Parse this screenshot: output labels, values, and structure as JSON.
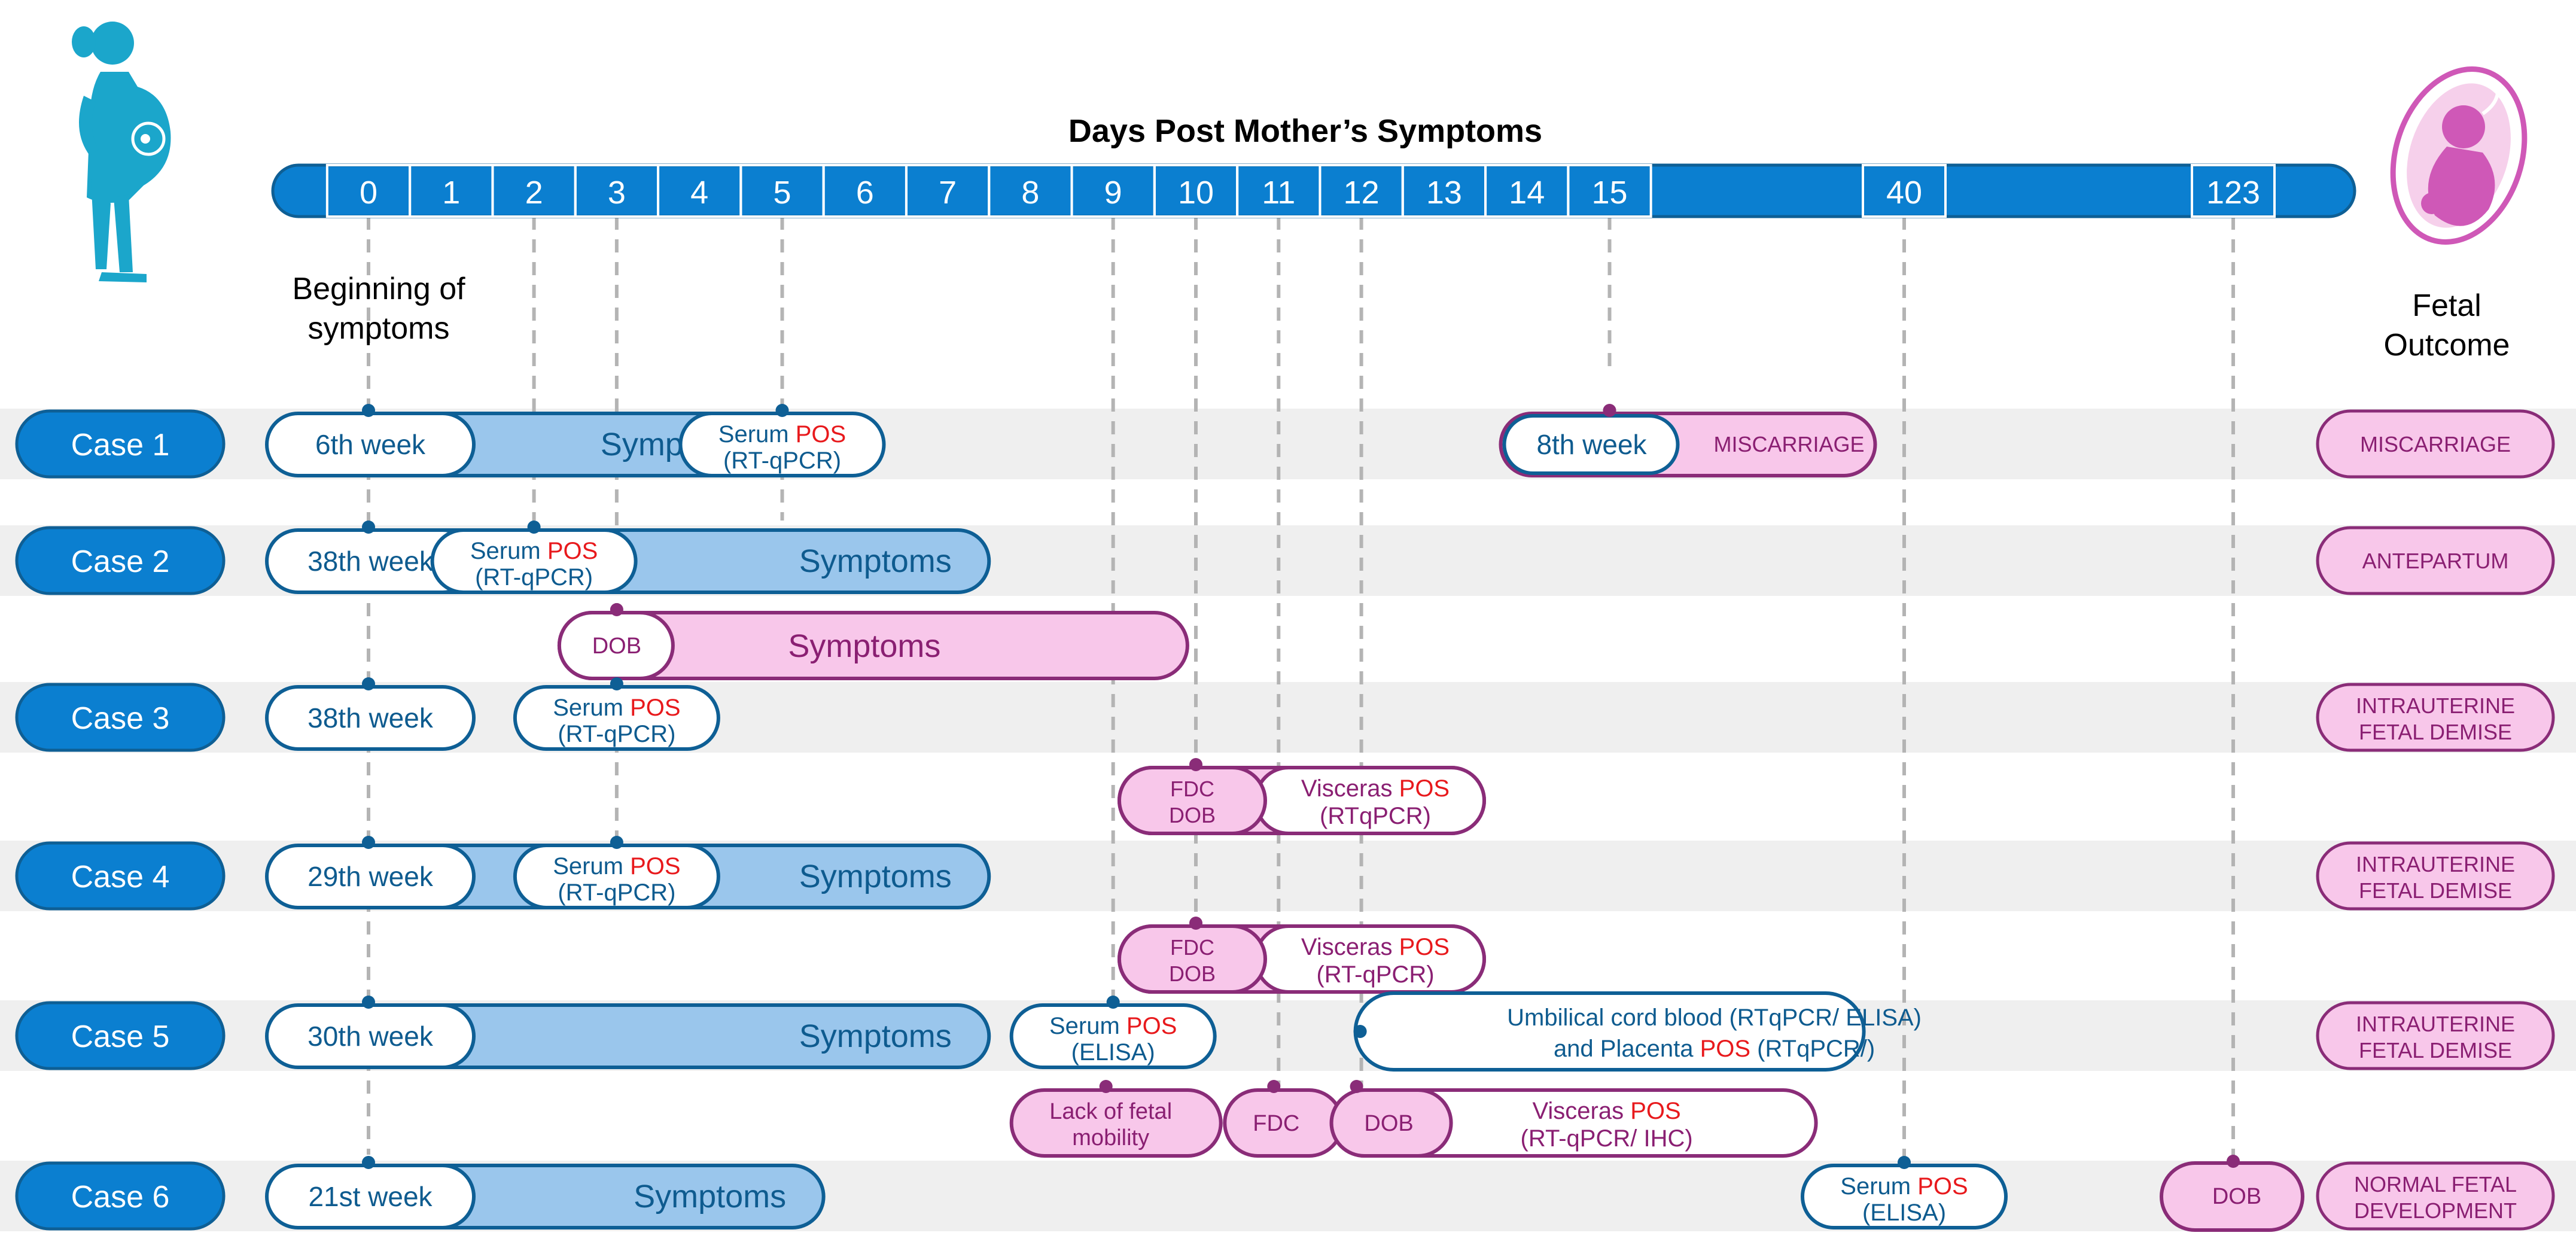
{
  "axis_title": "Days Post Mother’s Symptoms",
  "ticks": [
    {
      "label": "0",
      "day": 0
    },
    {
      "label": "1",
      "day": 1
    },
    {
      "label": "2",
      "day": 2
    },
    {
      "label": "3",
      "day": 3
    },
    {
      "label": "4",
      "day": 4
    },
    {
      "label": "5",
      "day": 5
    },
    {
      "label": "6",
      "day": 6
    },
    {
      "label": "7",
      "day": 7
    },
    {
      "label": "8",
      "day": 8
    },
    {
      "label": "9",
      "day": 9
    },
    {
      "label": "10",
      "day": 10
    },
    {
      "label": "11",
      "day": 11
    },
    {
      "label": "12",
      "day": 12
    },
    {
      "label": "13",
      "day": 13
    },
    {
      "label": "14",
      "day": 14
    },
    {
      "label": "15",
      "day": 15
    },
    {
      "label": "40",
      "day": 40
    },
    {
      "label": "123",
      "day": 123
    }
  ],
  "beginning_label": [
    "Beginning of",
    "symptoms"
  ],
  "outcome_header": [
    "Fetal",
    "Outcome"
  ],
  "cases": [
    {
      "label": "Case 1",
      "outcome": [
        "MISCARRIAGE"
      ],
      "rows": [
        {
          "items": [
            {
              "type": "band",
              "from": 0,
              "to": 5.1,
              "label": "Symptoms"
            },
            {
              "type": "week",
              "day": 0,
              "label": "6th week"
            },
            {
              "type": "test",
              "day": 5,
              "lines": [
                [
                  "Serum ",
                  "POS"
                ],
                [
                  "(RT-qPCR)",
                  ""
                ]
              ]
            },
            {
              "type": "event",
              "day": 15,
              "label": "8th week",
              "extra": "MISCARRIAGE"
            }
          ]
        }
      ]
    },
    {
      "label": "Case 2",
      "outcome": [
        "ANTEPARTUM"
      ],
      "rows": [
        {
          "items": [
            {
              "type": "band",
              "from": 0,
              "to": 7.5,
              "label": "Symptoms"
            },
            {
              "type": "week",
              "day": 0,
              "label": "38th week"
            },
            {
              "type": "test",
              "day": 2,
              "lines": [
                [
                  "Serum ",
                  "POS"
                ],
                [
                  "(RT-qPCR)",
                  ""
                ]
              ]
            }
          ]
        },
        {
          "items": [
            {
              "type": "baby",
              "day": 3,
              "label": "DOB",
              "extra": "Symptoms"
            }
          ]
        }
      ]
    },
    {
      "label": "Case 3",
      "outcome": [
        "INTRAUTERINE",
        "FETAL DEMISE"
      ],
      "rows": [
        {
          "items": [
            {
              "type": "week",
              "day": 0,
              "label": "38th week"
            },
            {
              "type": "test",
              "day": 3,
              "lines": [
                [
                  "Serum ",
                  "POS"
                ],
                [
                  "(RT-qPCR)",
                  ""
                ]
              ]
            }
          ]
        },
        {
          "items": [
            {
              "type": "fdc",
              "day": 10,
              "labels": [
                "FDC",
                "DOB"
              ],
              "lines": [
                [
                  "Visceras ",
                  "POS"
                ],
                [
                  "(RTqPCR)",
                  ""
                ]
              ]
            }
          ]
        }
      ]
    },
    {
      "label": "Case 4",
      "outcome": [
        "INTRAUTERINE",
        "FETAL DEMISE"
      ],
      "rows": [
        {
          "items": [
            {
              "type": "band",
              "from": 0,
              "to": 7.5,
              "label": "Symptoms"
            },
            {
              "type": "week",
              "day": 0,
              "label": "29th week"
            },
            {
              "type": "test",
              "day": 3,
              "lines": [
                [
                  "Serum ",
                  "POS"
                ],
                [
                  "(RT-qPCR)",
                  ""
                ]
              ]
            }
          ]
        },
        {
          "items": [
            {
              "type": "fdc",
              "day": 10,
              "labels": [
                "FDC",
                "DOB"
              ],
              "lines": [
                [
                  "Visceras ",
                  "POS"
                ],
                [
                  "(RT-qPCR)",
                  ""
                ]
              ]
            }
          ]
        }
      ]
    },
    {
      "label": "Case 5",
      "outcome": [
        "INTRAUTERINE",
        "FETAL DEMISE"
      ],
      "rows": [
        {
          "items": [
            {
              "type": "band",
              "from": 0,
              "to": 7.5,
              "label": "Symptoms"
            },
            {
              "type": "week",
              "day": 0,
              "label": "30th week"
            },
            {
              "type": "test",
              "day": 9,
              "lines": [
                [
                  "Serum ",
                  "POS"
                ],
                [
                  "(ELISA)",
                  ""
                ]
              ]
            },
            {
              "type": "test_wide",
              "day": 12,
              "lines": [
                [
                  "Umbilical cord blood (RTqPCR/ ELISA)",
                  ""
                ],
                [
                  "and Placenta ",
                  "POS",
                  " (RTqPCR/)"
                ]
              ]
            }
          ]
        },
        {
          "items": [
            {
              "type": "note",
              "day": 9,
              "lines": [
                "Lack of fetal",
                "mobility"
              ]
            },
            {
              "type": "fdc_single",
              "day": 11,
              "label": "FDC"
            },
            {
              "type": "dob_visceras",
              "day": 12,
              "label": "DOB",
              "lines": [
                [
                  "Visceras ",
                  "POS"
                ],
                [
                  "(RT-qPCR/ IHC)",
                  ""
                ]
              ]
            }
          ]
        }
      ]
    },
    {
      "label": "Case 6",
      "outcome": [
        "NORMAL  FETAL",
        "DEVELOPMENT"
      ],
      "rows": [
        {
          "items": [
            {
              "type": "band",
              "from": 0,
              "to": 5.5,
              "label": "Symptoms"
            },
            {
              "type": "week",
              "day": 0,
              "label": "21st week"
            },
            {
              "type": "test",
              "day": 40,
              "lines": [
                [
                  "Serum ",
                  "POS"
                ],
                [
                  "(ELISA)",
                  ""
                ]
              ]
            },
            {
              "type": "baby_small",
              "day": 123,
              "label": "DOB"
            }
          ]
        }
      ]
    }
  ],
  "colors": {
    "blue_dark": "#0b7fd0",
    "blue_outline": "#0e5f95",
    "blue_light": "#9ac6ec",
    "blue_text": "#0e5b8f",
    "pink_fill": "#f8c7ea",
    "pink_outline": "#8a2c78",
    "pink_text": "#8a1f72",
    "red": "#e8191c",
    "row_bg": "#efefef",
    "icon_teal": "#1ba6cb",
    "icon_magenta": "#cf58b7"
  }
}
